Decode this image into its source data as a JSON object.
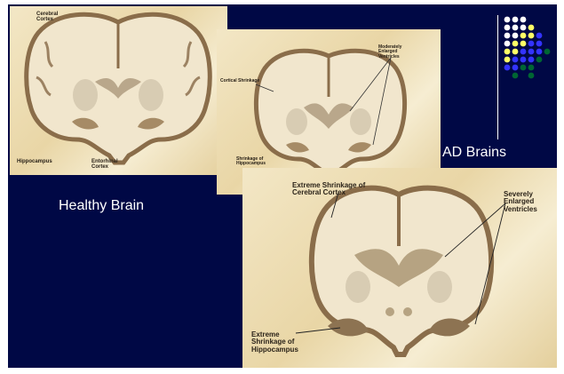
{
  "slide": {
    "healthy_caption": "Healthy Brain",
    "ad_caption": "AD Brains"
  },
  "healthy_panel": {
    "labels": {
      "cerebral_cortex": "Cerebral\nCortex",
      "hippocampus": "Hippocampus",
      "entorhinal_cortex": "Entorhinal\nCortex"
    }
  },
  "moderate_panel": {
    "labels": {
      "cortical_shrinkage": "Cortical Shrinkage",
      "moderately_enlarged": "Moderately\nEnlarged\nVentricles",
      "shrinkage_hippocampus": "Shrinkage of\nHippocampus"
    }
  },
  "severe_panel": {
    "labels": {
      "extreme_cortex": "Extreme Shrinkage of\nCerebral Cortex",
      "severely_enlarged": "Severely\nEnlarged\nVentricles",
      "extreme_hippocampus": "Extreme\nShrinkage of\nHippocampus"
    }
  },
  "colors": {
    "slide_background": "#000845",
    "dot_white": "#ffffff",
    "dot_yellow": "#ffff66",
    "dot_blue": "#3333ff",
    "dot_green": "#006633"
  }
}
